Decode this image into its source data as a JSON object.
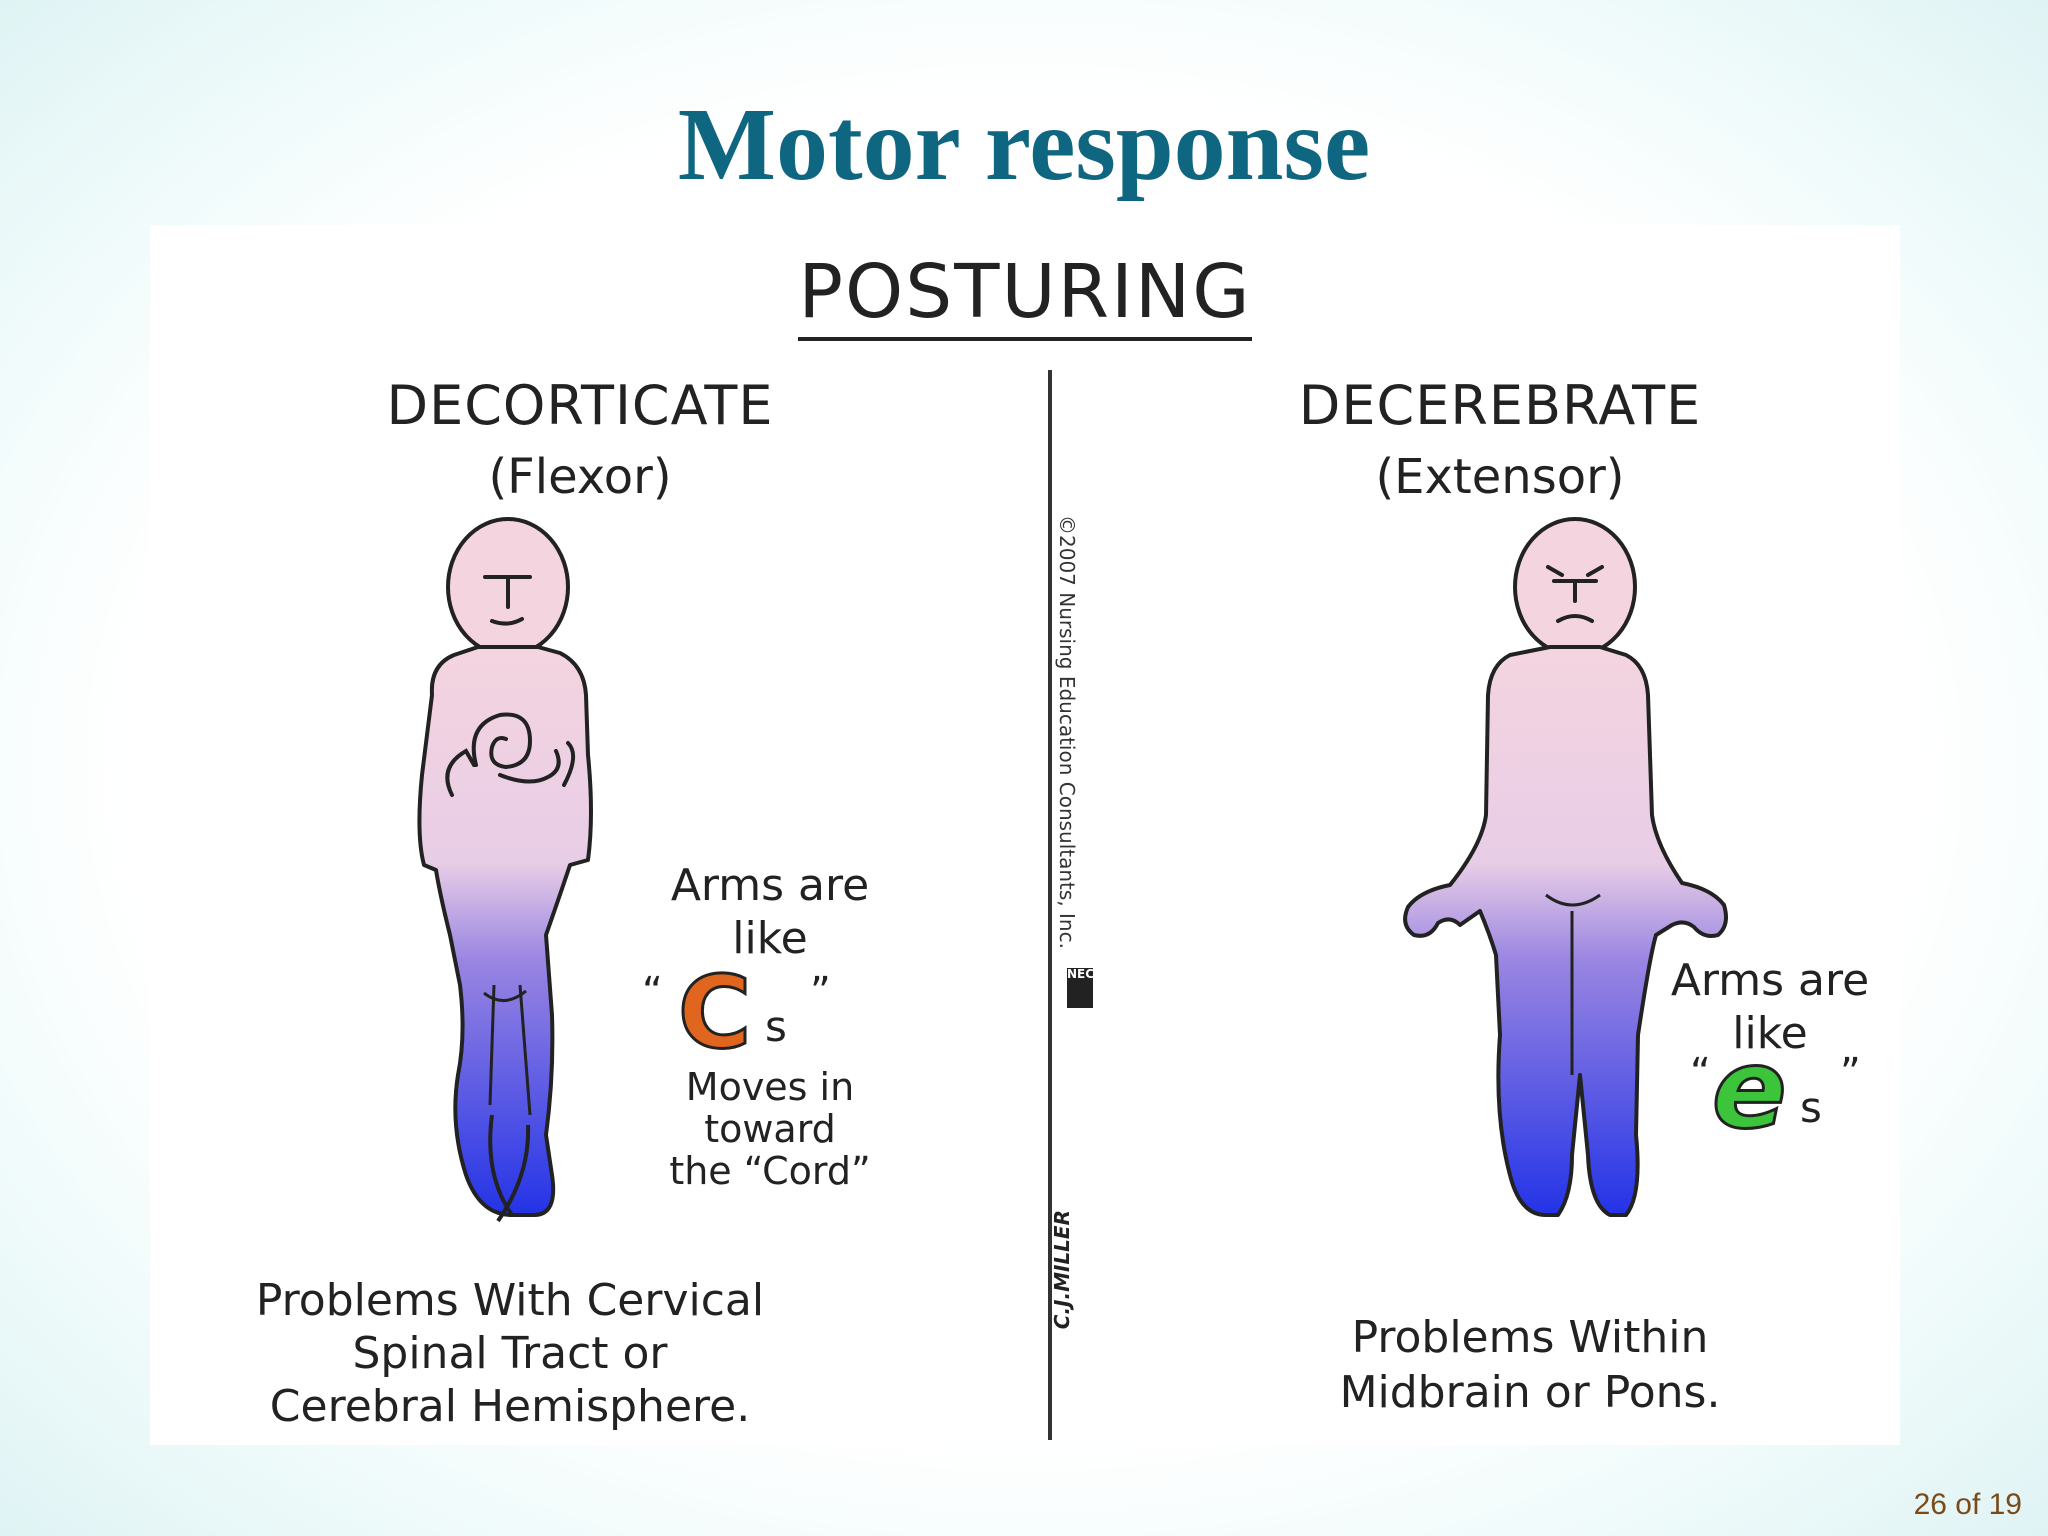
{
  "slide": {
    "title": "Motor response",
    "page_indicator": "26 of 19"
  },
  "poster": {
    "heading": "POSTURING",
    "copyright": "©2007 Nursing Education Consultants, Inc.",
    "logo_text": "NEC",
    "signature": "C.J.MILLER",
    "left": {
      "title": "DECORTICATE",
      "subtitle": "(Flexor)",
      "arms_line1": "Arms are",
      "arms_line2": "like",
      "letter": "C",
      "letter_suffix": "s",
      "moves_line1": "Moves in",
      "moves_line2": "toward",
      "moves_line3": "the “Cord”",
      "bottom_line1": "Problems With Cervical",
      "bottom_line2": "Spinal Tract or",
      "bottom_line3": "Cerebral Hemisphere."
    },
    "right": {
      "title": "DECEREBRATE",
      "subtitle": "(Extensor)",
      "arms_line1": "Arms are",
      "arms_line2": "like",
      "letter": "e",
      "letter_suffix": "s",
      "bottom_line1": "Problems Within",
      "bottom_line2": "Midbrain or Pons."
    }
  },
  "colors": {
    "title": "#0f6680",
    "letter_c": "#e0651e",
    "letter_e": "#3cc43a",
    "figure_top": "#f3d3df",
    "figure_bottom": "#2f3be0"
  }
}
